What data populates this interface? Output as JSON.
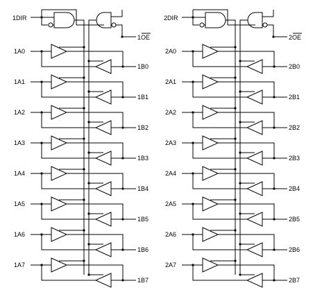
{
  "sections": [
    {
      "dir_label": "1DIR",
      "oe_label": "1OE",
      "a_pins": [
        "1A0",
        "1A1",
        "1A2",
        "1A3",
        "1A4",
        "1A5",
        "1A6",
        "1A7"
      ],
      "b_pins": [
        "1B0",
        "1B1",
        "1B2",
        "1B3",
        "1B4",
        "1B5",
        "1B6",
        "1B7"
      ]
    },
    {
      "dir_label": "2DIR",
      "oe_label": "2OE",
      "a_pins": [
        "2A0",
        "2A1",
        "2A2",
        "2A3",
        "2A4",
        "2A5",
        "2A6",
        "2A7"
      ],
      "b_pins": [
        "2B0",
        "2B1",
        "2B2",
        "2B3",
        "2B4",
        "2B5",
        "2B6",
        "2B7"
      ]
    }
  ]
}
